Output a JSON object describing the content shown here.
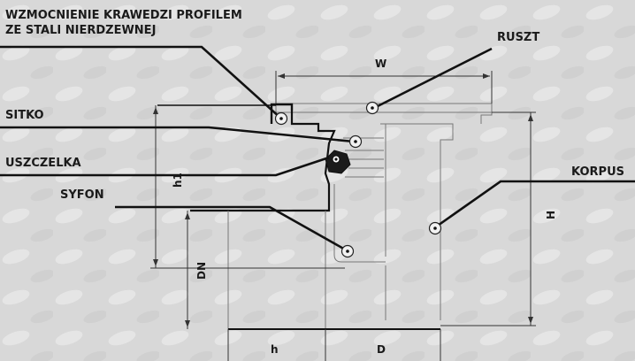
{
  "callouts": {
    "wzmocnienie_line1": "WZMOCNIENIE KRAWEDZI PROFILEM",
    "wzmocnienie_line2": "ZE STALI NIERDZEWNEJ",
    "ruszt": "RUSZT",
    "sitko": "SITKO",
    "uszczelka": "USZCZELKA",
    "syfon": "SYFON",
    "korpus": "KORPUS"
  },
  "dimensions": {
    "w": "W",
    "h1": "h1",
    "h_upper": "H",
    "dn": "DN",
    "h_lower": "h",
    "d": "D"
  },
  "colors": {
    "background": "#dadada",
    "lines": "#111111",
    "text": "#1a1a1a"
  }
}
